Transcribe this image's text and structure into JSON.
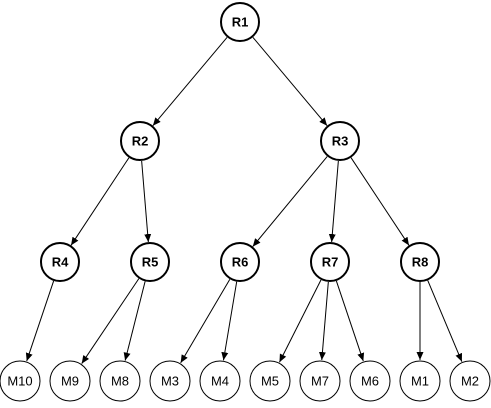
{
  "diagram": {
    "nodes": [
      {
        "id": "R1",
        "label": "R1",
        "kind": "router"
      },
      {
        "id": "R2",
        "label": "R2",
        "kind": "router"
      },
      {
        "id": "R3",
        "label": "R3",
        "kind": "router"
      },
      {
        "id": "R4",
        "label": "R4",
        "kind": "router"
      },
      {
        "id": "R5",
        "label": "R5",
        "kind": "router"
      },
      {
        "id": "R6",
        "label": "R6",
        "kind": "router"
      },
      {
        "id": "R7",
        "label": "R7",
        "kind": "router"
      },
      {
        "id": "R8",
        "label": "R8",
        "kind": "router"
      },
      {
        "id": "M10",
        "label": "M10",
        "kind": "member"
      },
      {
        "id": "M9",
        "label": "M9",
        "kind": "member"
      },
      {
        "id": "M8",
        "label": "M8",
        "kind": "member"
      },
      {
        "id": "M3",
        "label": "M3",
        "kind": "member"
      },
      {
        "id": "M4",
        "label": "M4",
        "kind": "member"
      },
      {
        "id": "M5",
        "label": "M5",
        "kind": "member"
      },
      {
        "id": "M7",
        "label": "M7",
        "kind": "member"
      },
      {
        "id": "M6",
        "label": "M6",
        "kind": "member"
      },
      {
        "id": "M1",
        "label": "M1",
        "kind": "member"
      },
      {
        "id": "M2",
        "label": "M2",
        "kind": "member"
      }
    ],
    "edges": [
      {
        "from": "R1",
        "to": "R2"
      },
      {
        "from": "R1",
        "to": "R3"
      },
      {
        "from": "R2",
        "to": "R4"
      },
      {
        "from": "R2",
        "to": "R5"
      },
      {
        "from": "R3",
        "to": "R6"
      },
      {
        "from": "R3",
        "to": "R7"
      },
      {
        "from": "R3",
        "to": "R8"
      },
      {
        "from": "R4",
        "to": "M10"
      },
      {
        "from": "R5",
        "to": "M9"
      },
      {
        "from": "R5",
        "to": "M8"
      },
      {
        "from": "R6",
        "to": "M3"
      },
      {
        "from": "R6",
        "to": "M4"
      },
      {
        "from": "R7",
        "to": "M5"
      },
      {
        "from": "R7",
        "to": "M7"
      },
      {
        "from": "R7",
        "to": "M6"
      },
      {
        "from": "R8",
        "to": "M1"
      },
      {
        "from": "R8",
        "to": "M2"
      }
    ],
    "colors": {
      "stroke": "#000000",
      "fill": "#ffffff",
      "background": "#ffffff"
    }
  }
}
